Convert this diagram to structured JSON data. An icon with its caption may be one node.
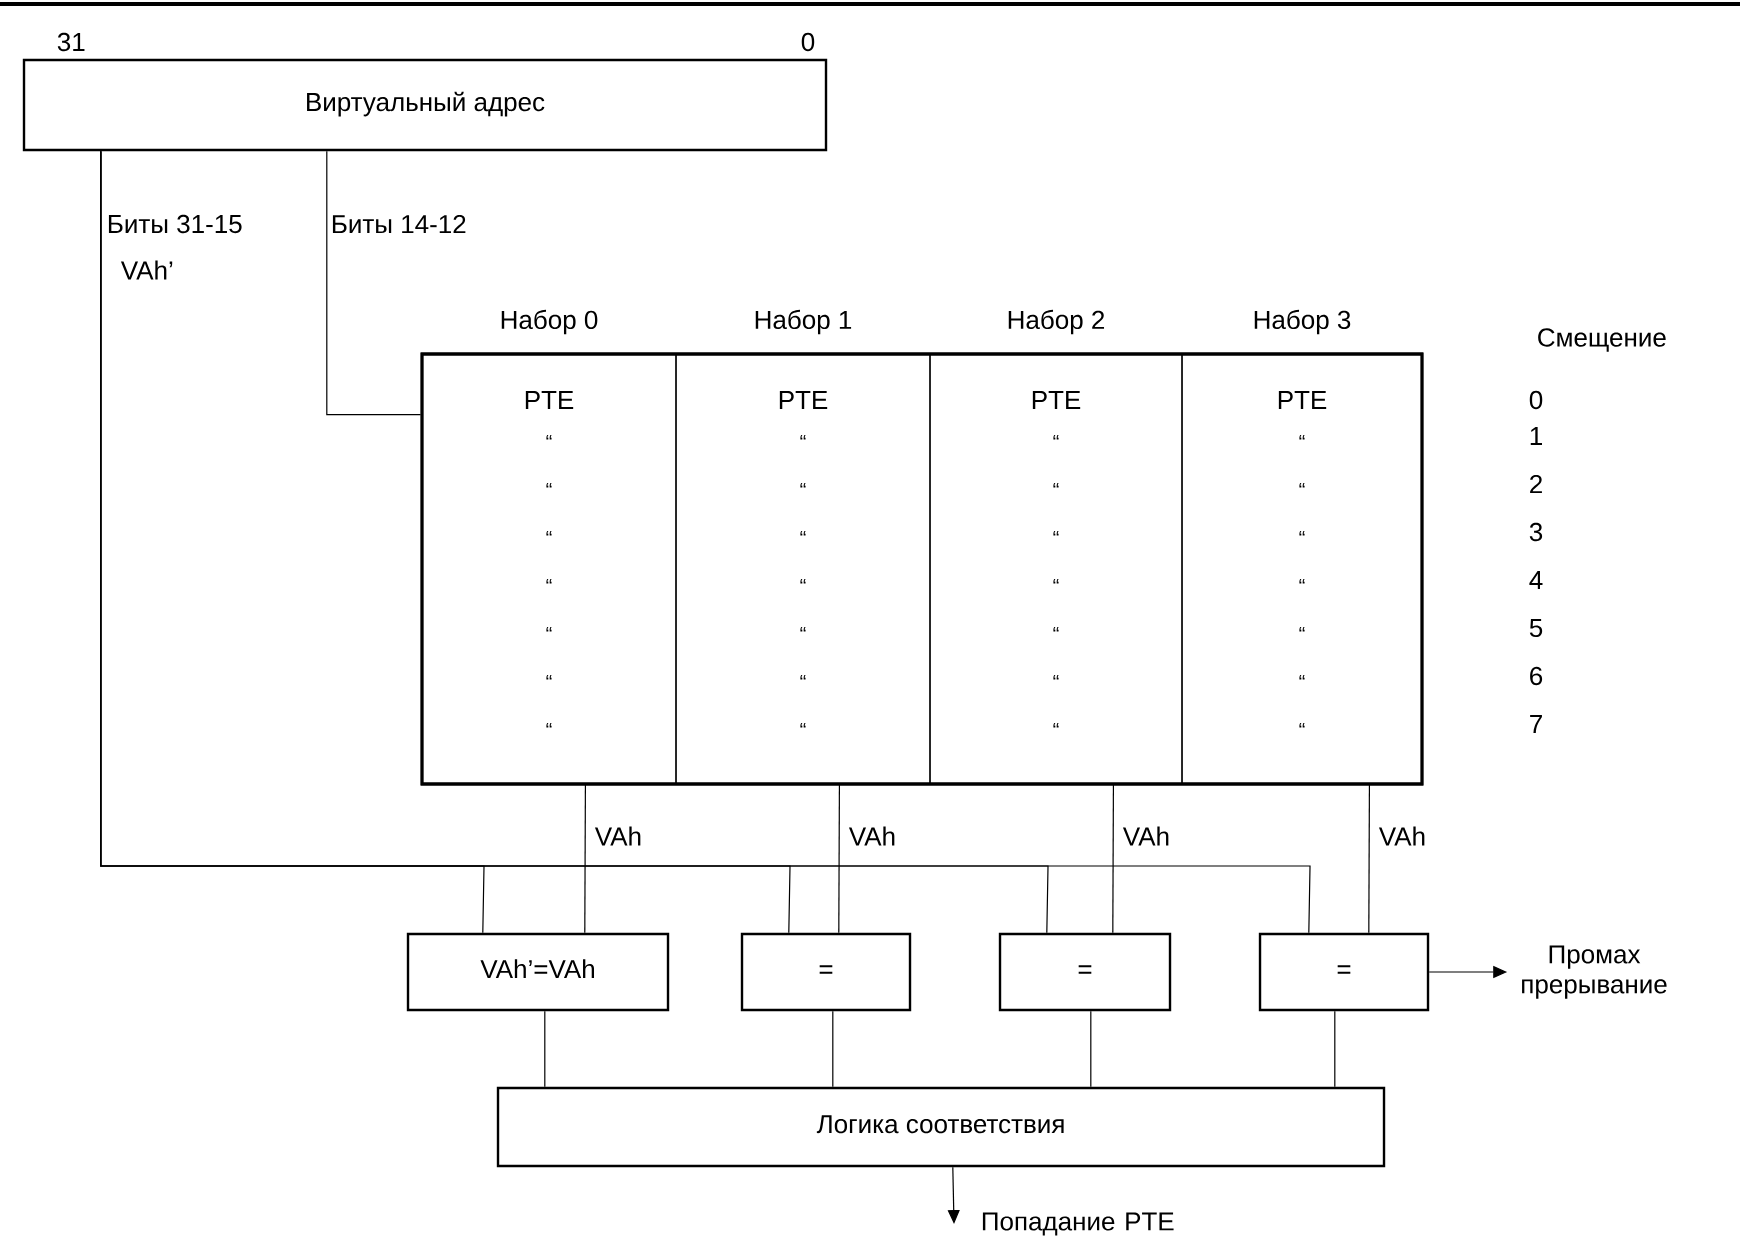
{
  "diagram": {
    "nodes": [
      {
        "text": [
          "Виртуальный адрес"
        ],
        "beside": [
          "31",
          "0"
        ]
      },
      {
        "text": [],
        "shape": "box"
      },
      {
        "text": [
          "Набор 0",
          "PTE",
          "“",
          "“",
          "“",
          "“",
          "“",
          "“",
          "“"
        ],
        "in": 1
      },
      {
        "text": [
          "Набор 1",
          "PTE",
          "“",
          "“",
          "“",
          "“",
          "“",
          "“",
          "“"
        ],
        "in": 1
      },
      {
        "text": [
          "Набор 2",
          "PTE",
          "“",
          "“",
          "“",
          "“",
          "“",
          "“",
          "“"
        ],
        "in": 1
      },
      {
        "text": [
          "Набор 3",
          "PTE",
          "“",
          "“",
          "“",
          "“",
          "“",
          "“",
          "“"
        ],
        "in": 1
      },
      {
        "text": [
          "VAh’=VAh"
        ]
      },
      {
        "text": [
          "="
        ]
      },
      {
        "text": [
          "="
        ]
      },
      {
        "text": [
          "="
        ]
      },
      {
        "text": [
          "Логика соответствия"
        ]
      },
      {
        "text": [
          "Промах прерывание"
        ]
      },
      {
        "text": [
          "Попадание PTE"
        ]
      }
    ],
    "edges": [
      {
        "from": 0,
        "to": 6,
        "arrow": "none"
      },
      {
        "from": 0,
        "to": 7,
        "arrow": "none"
      },
      {
        "from": 0,
        "to": 8,
        "arrow": "none"
      },
      {
        "from": 0,
        "to": 9,
        "arrow": "none"
      },
      {
        "from": 0,
        "to": 1,
        "arrow": "none"
      },
      {
        "from": 2,
        "to": 6,
        "arrow": "none",
        "label": "VAh"
      },
      {
        "from": 3,
        "to": 7,
        "arrow": "none",
        "label": "VAh"
      },
      {
        "from": 4,
        "to": 8,
        "arrow": "none",
        "label": "VAh"
      },
      {
        "from": 5,
        "to": 9,
        "arrow": "none",
        "label": "VAh"
      },
      {
        "from": 6,
        "to": 10,
        "arrow": "none"
      },
      {
        "from": 7,
        "to": 10,
        "arrow": "none"
      },
      {
        "from": 8,
        "to": 10,
        "arrow": "none"
      },
      {
        "from": 9,
        "to": 10,
        "arrow": "none"
      },
      {
        "from": 9,
        "to": 11,
        "arrow": "to"
      },
      {
        "from": 10,
        "to": 12,
        "arrow": "to"
      }
    ],
    "labels": [
      "Биты 31-15",
      "Биты 14-12",
      "VAh’",
      "Смещение",
      "0",
      "1",
      "2",
      "3",
      "4",
      "5",
      "6",
      "7"
    ]
  }
}
